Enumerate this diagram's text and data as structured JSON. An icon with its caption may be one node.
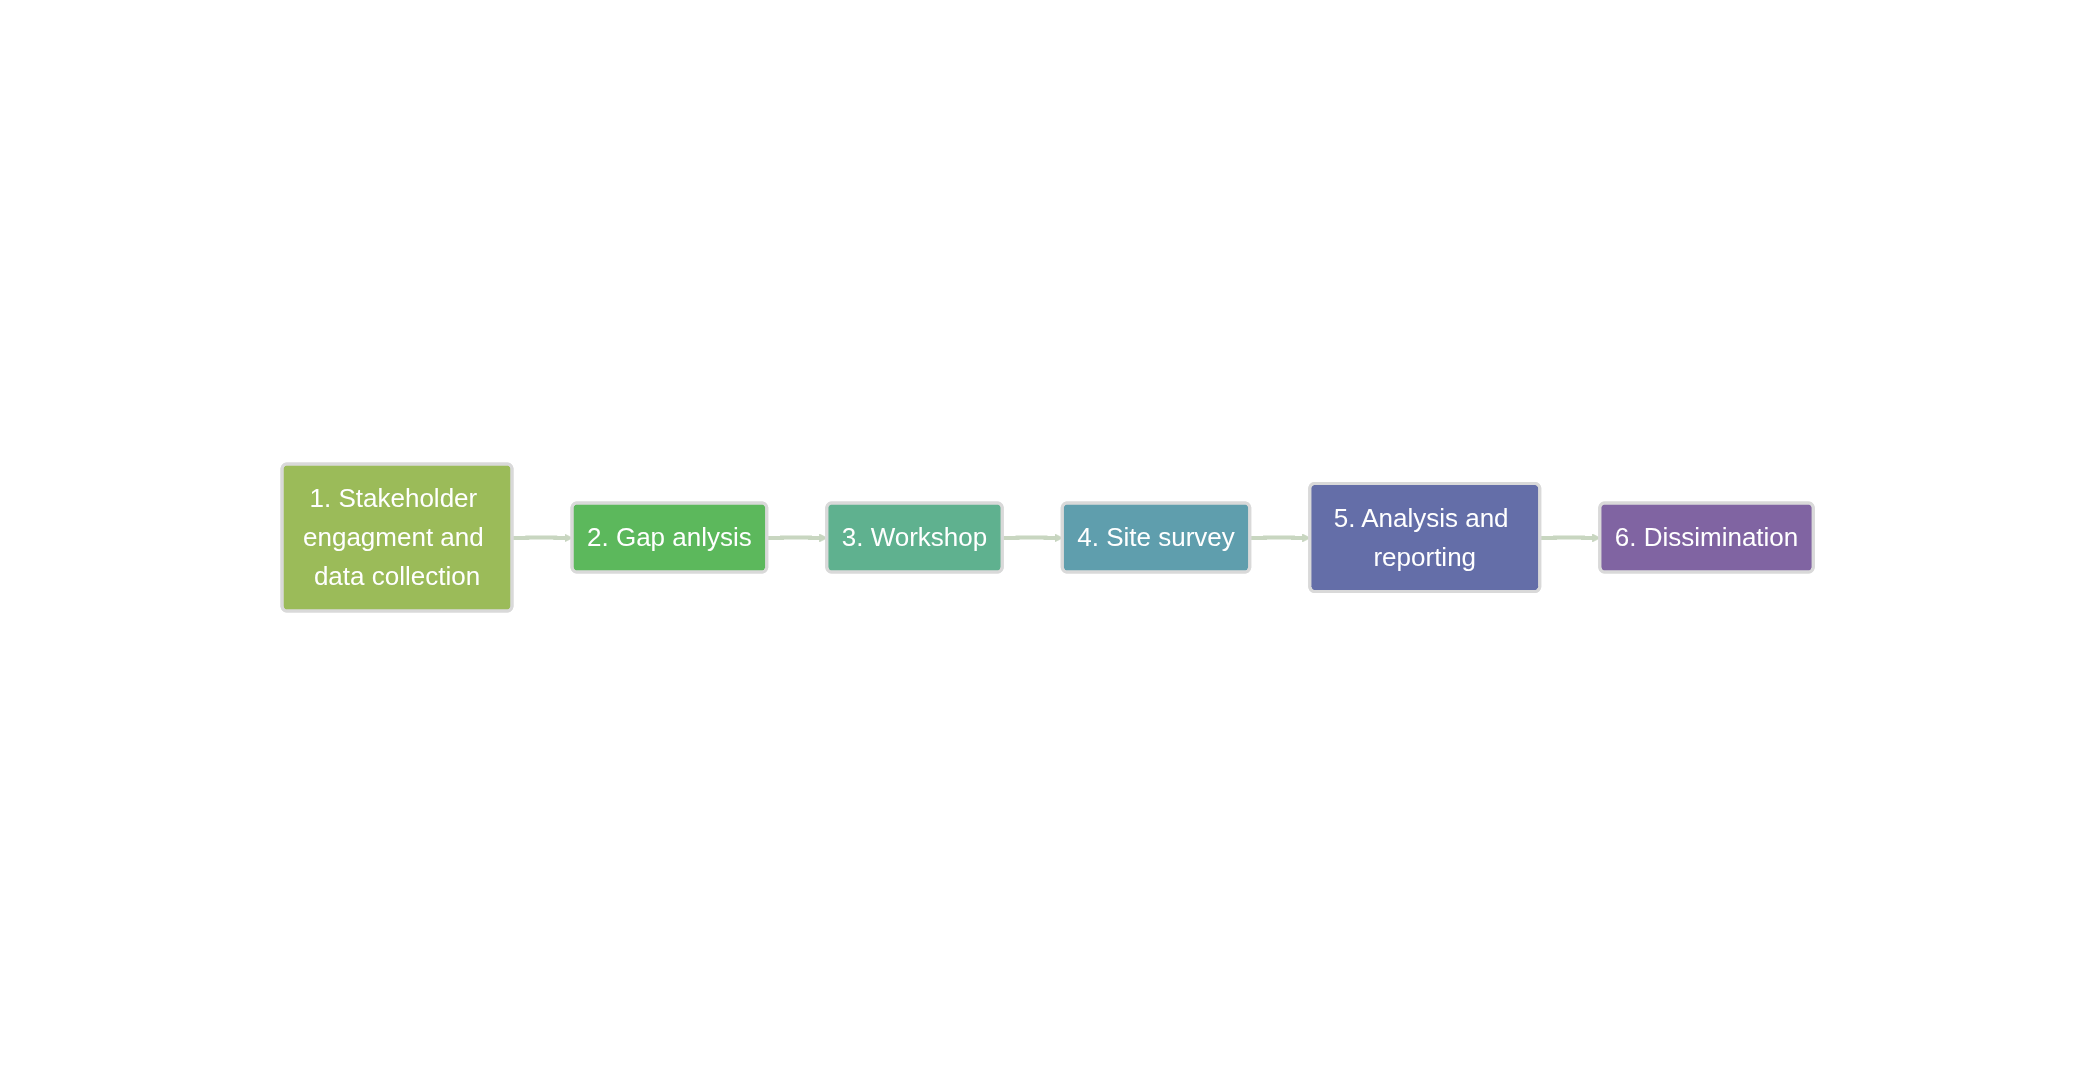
{
  "diagram": {
    "nodes": [
      {
        "text": [
          "1. Stakeholder engagment and data collection"
        ]
      },
      {
        "text": [
          "2. Gap anlysis"
        ]
      },
      {
        "text": [
          "3. Workshop"
        ]
      },
      {
        "text": [
          "4. Site survey"
        ]
      },
      {
        "text": [
          "5. Analysis and reporting"
        ]
      },
      {
        "text": [
          "6. Dissimination"
        ]
      }
    ],
    "edges": [
      {
        "from": 0,
        "to": 1,
        "arrow": "to"
      },
      {
        "from": 1,
        "to": 2,
        "arrow": "to"
      },
      {
        "from": 2,
        "to": 3,
        "arrow": "to"
      },
      {
        "from": 3,
        "to": 4,
        "arrow": "to"
      },
      {
        "from": 4,
        "to": 5,
        "arrow": "to"
      }
    ]
  }
}
